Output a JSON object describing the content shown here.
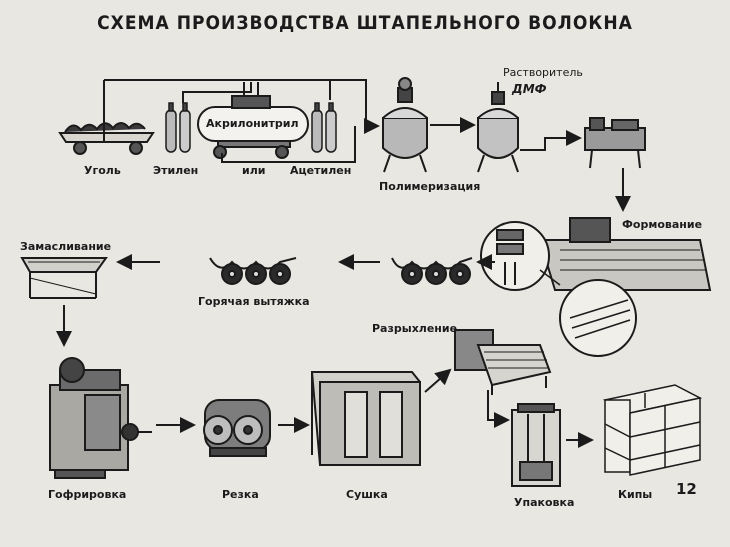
{
  "title": "СХЕМА ПРОИЗВОДСТВА ШТАПЕЛЬНОГО ВОЛОКНА",
  "labels": {
    "coal": "Уголь",
    "ethylene": "Этилен",
    "or": "или",
    "acetylene": "Ацетилен",
    "acrylonitrile": "Акрилонитрил",
    "polymerization": "Полимеризация",
    "solvent": "Растворитель",
    "dmf": "ДМФ",
    "spinning": "Формование",
    "oiling": "Замасливание",
    "hot_drawing": "Горячая вытяжка",
    "loosening": "Разрыхление",
    "crimping": "Гофрировка",
    "cutting": "Резка",
    "drying": "Сушка",
    "packing": "Упаковка",
    "bales": "Кипы"
  },
  "page_number": "12"
}
